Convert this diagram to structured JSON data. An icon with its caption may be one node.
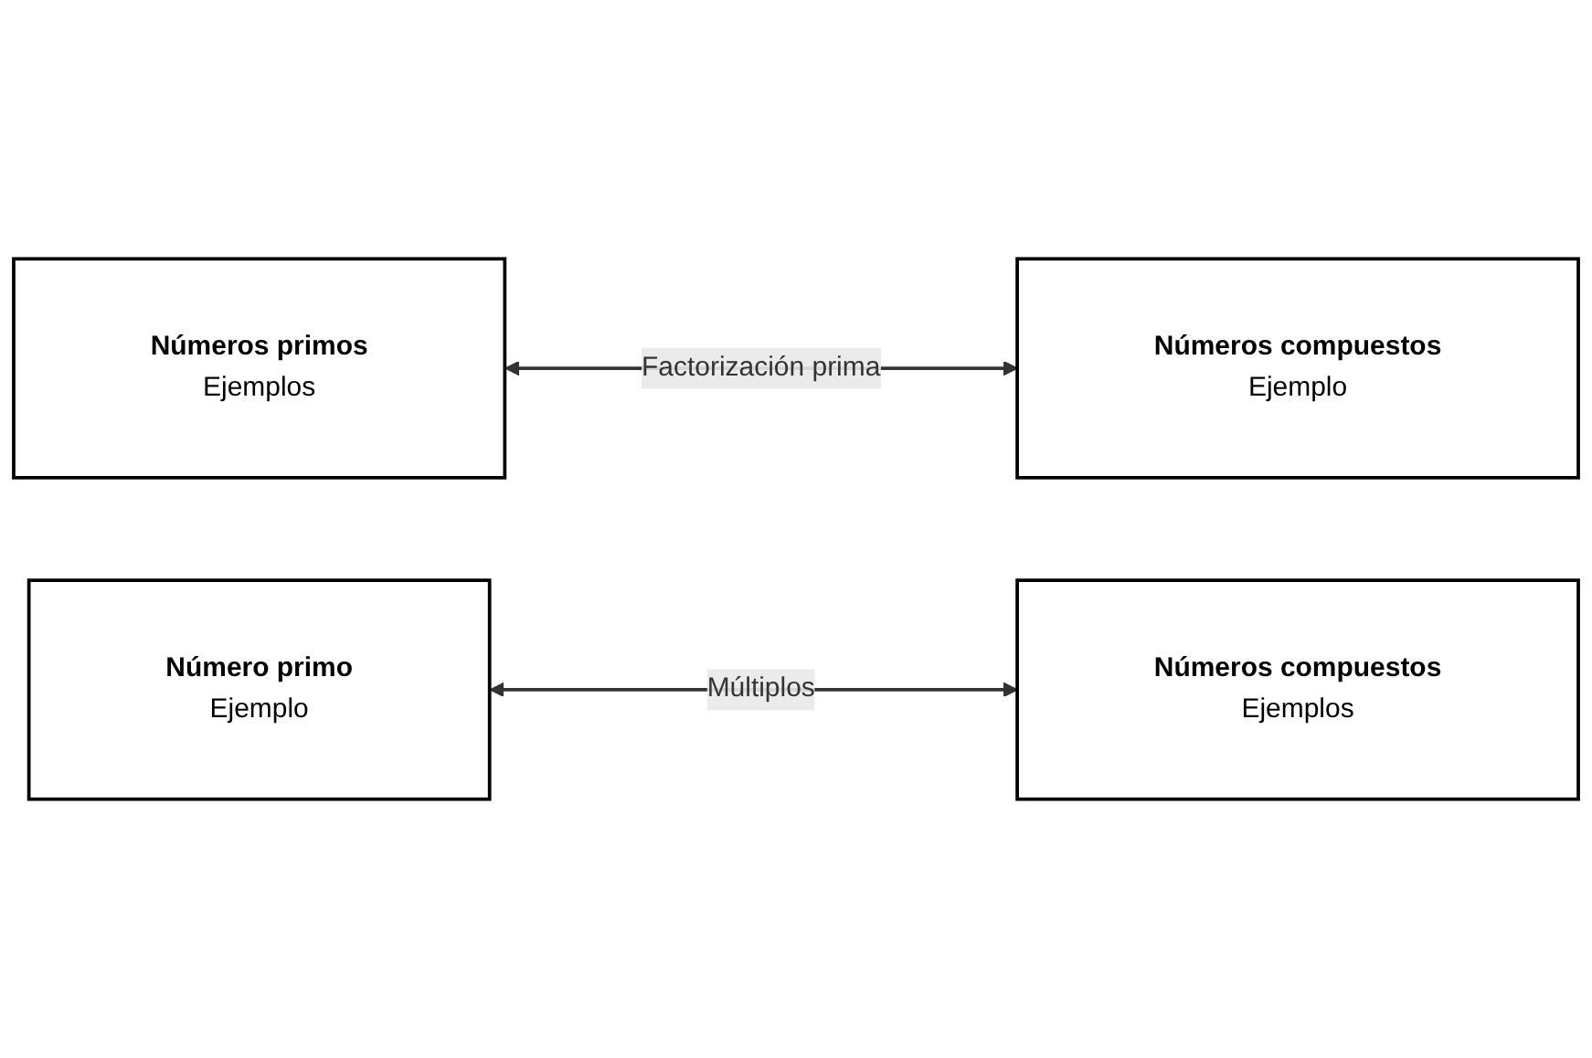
{
  "diagram": {
    "nodes": [
      {
        "text": [
          "Números primos",
          "Ejemplos"
        ]
      },
      {
        "text": [
          "Números compuestos",
          "Ejemplo"
        ]
      },
      {
        "text": [
          "Número primo",
          "Ejemplo"
        ]
      },
      {
        "text": [
          "Números compuestos",
          "Ejemplos"
        ]
      }
    ],
    "edges": [
      {
        "from": 0,
        "to": 1,
        "arrow": "both",
        "label": "Factorización prima"
      },
      {
        "from": 2,
        "to": 3,
        "arrow": "both",
        "label": "Múltiplos"
      }
    ]
  }
}
